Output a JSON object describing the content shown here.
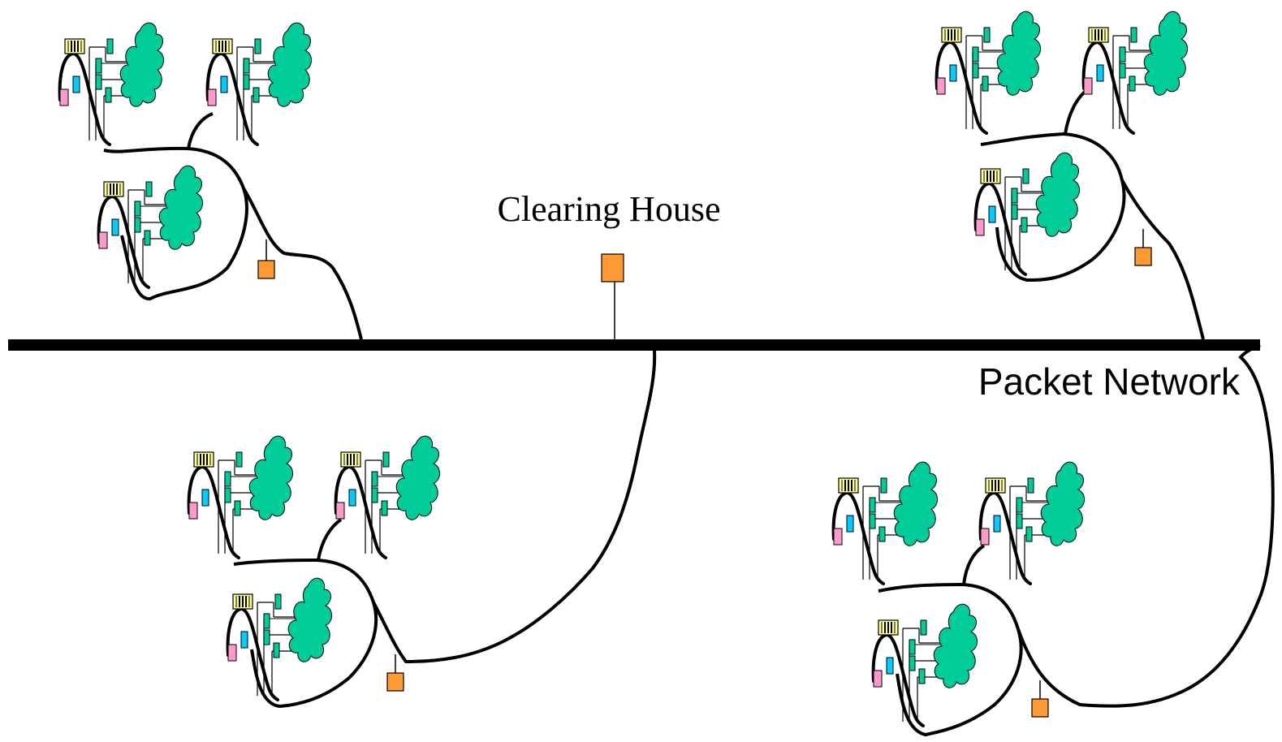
{
  "labels": {
    "clearing_house": "Clearing House",
    "packet_network": "Packet Network"
  },
  "colors": {
    "background": "#ffffff",
    "line": "#000000",
    "backbone": "#000000",
    "gateway": "#ff9933",
    "cloud": "#00cc99",
    "phone_block": "#00cc99",
    "terminal_pink": "#ff99cc",
    "terminal_cyan": "#00ccff",
    "switch_yellow": "#ffff99"
  },
  "icons": {
    "gateway": "orange-square-gateway-icon",
    "node": "pbx-cluster-icon",
    "cloud": "network-cloud-icon"
  },
  "regions": [
    {
      "name": "top-left",
      "nodes": 3,
      "has_gateway": true
    },
    {
      "name": "top-right",
      "nodes": 3,
      "has_gateway": true
    },
    {
      "name": "bottom-middle",
      "nodes": 3,
      "has_gateway": true
    },
    {
      "name": "bottom-right",
      "nodes": 3,
      "has_gateway": true
    }
  ]
}
